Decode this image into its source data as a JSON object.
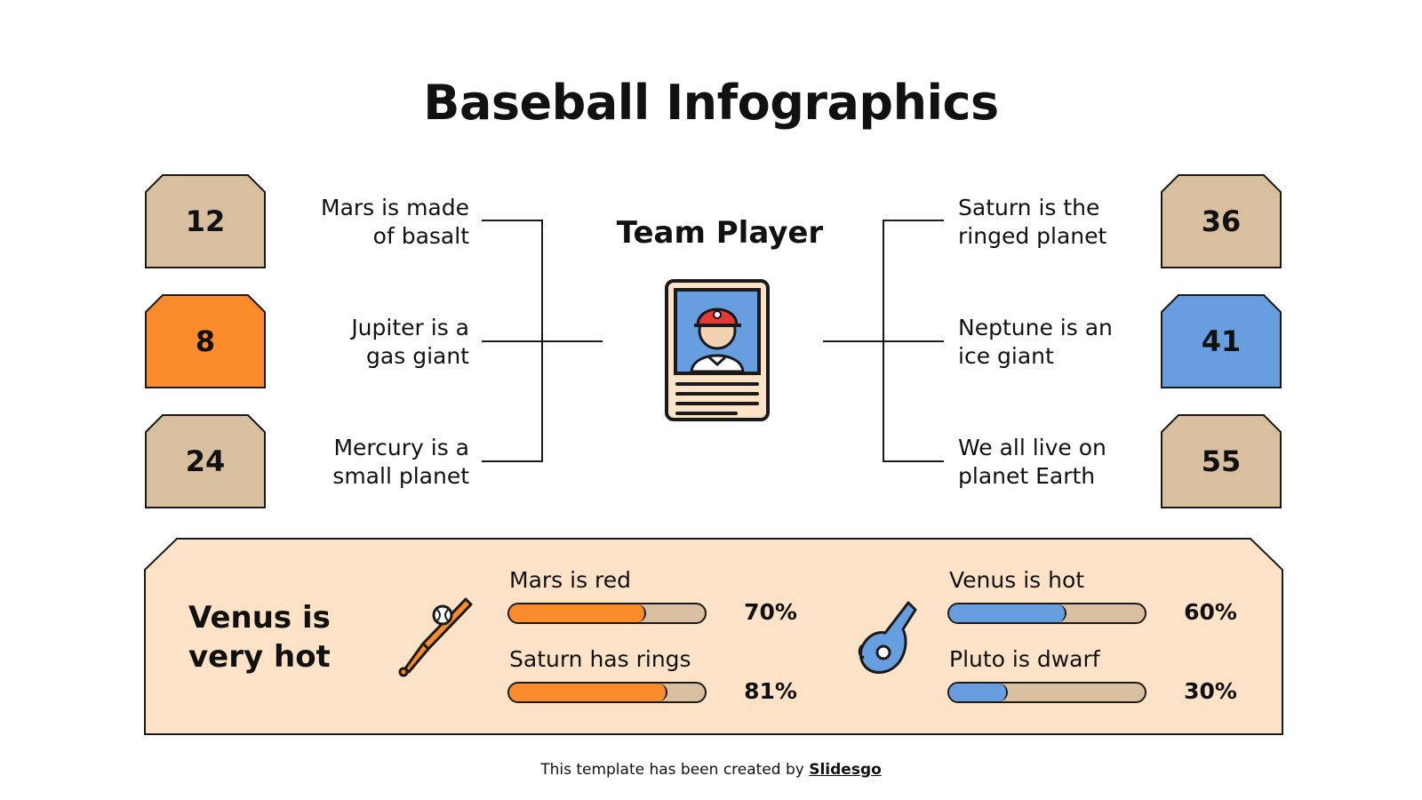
{
  "title": "Baseball Infographics",
  "center": {
    "title": "Team Player",
    "icon": "baseball-card-icon"
  },
  "left_items": [
    {
      "number": "12",
      "line1": "Mars is made",
      "line2": "of basalt",
      "color": "#d8bf9f"
    },
    {
      "number": "8",
      "line1": "Jupiter is a",
      "line2": "gas giant",
      "color": "#fb8c2b"
    },
    {
      "number": "24",
      "line1": "Mercury is a",
      "line2": "small planet",
      "color": "#d8bf9f"
    }
  ],
  "right_items": [
    {
      "number": "36",
      "line1": "Saturn is the",
      "line2": "ringed planet",
      "color": "#d8bf9f"
    },
    {
      "number": "41",
      "line1": "Neptune is an",
      "line2": "ice giant",
      "color": "#669ee0"
    },
    {
      "number": "55",
      "line1": "We all live on",
      "line2": "planet Earth",
      "color": "#d8bf9f"
    }
  ],
  "panel": {
    "line1": "Venus is",
    "line2": "very hot",
    "background": "#fce2c7",
    "left_icon": "baseball-bat-icon",
    "right_icon": "whistle-icon",
    "bars": [
      {
        "label": "Mars is red",
        "percent_label": "70%",
        "value": 70,
        "color": "#fb8c2b"
      },
      {
        "label": "Saturn has rings",
        "percent_label": "81%",
        "value": 81,
        "color": "#fb8c2b"
      },
      {
        "label": "Venus is hot",
        "percent_label": "60%",
        "value": 60,
        "color": "#669ee0"
      },
      {
        "label": "Pluto is dwarf",
        "percent_label": "30%",
        "value": 30,
        "color": "#669ee0"
      }
    ]
  },
  "footer": {
    "text": "This template has been created by ",
    "brand": "Slidesgo"
  }
}
